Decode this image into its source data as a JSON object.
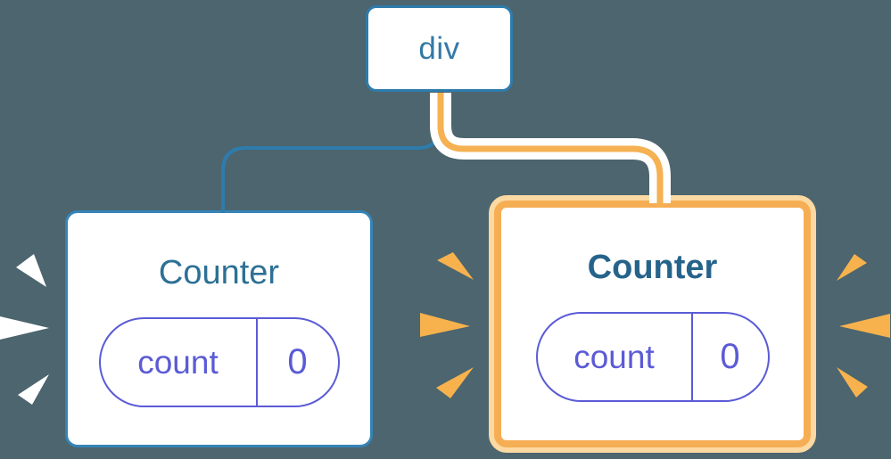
{
  "diagram": {
    "root": {
      "label": "div"
    },
    "left_counter": {
      "title": "Counter",
      "state": {
        "key": "count",
        "value": "0"
      },
      "highlighted": false
    },
    "right_counter": {
      "title": "Counter",
      "state": {
        "key": "count",
        "value": "0"
      },
      "highlighted": true
    }
  },
  "colors": {
    "background": "#4C656E",
    "card_bg": "#FFFFFF",
    "blue_stroke": "#2E7CAD",
    "blue_border_light": "#3584B8",
    "blue_text": "#3379A6",
    "counter_title_left": "#2D7095",
    "counter_title_right": "#26638A",
    "indigo": "#5B5BD6",
    "orange_line": "#F5B152",
    "orange_border": "#F6AE54",
    "peach_ring": "#FBD9A2",
    "burst_orange": "#F7B24E",
    "burst_white": "#FFFFFF"
  }
}
